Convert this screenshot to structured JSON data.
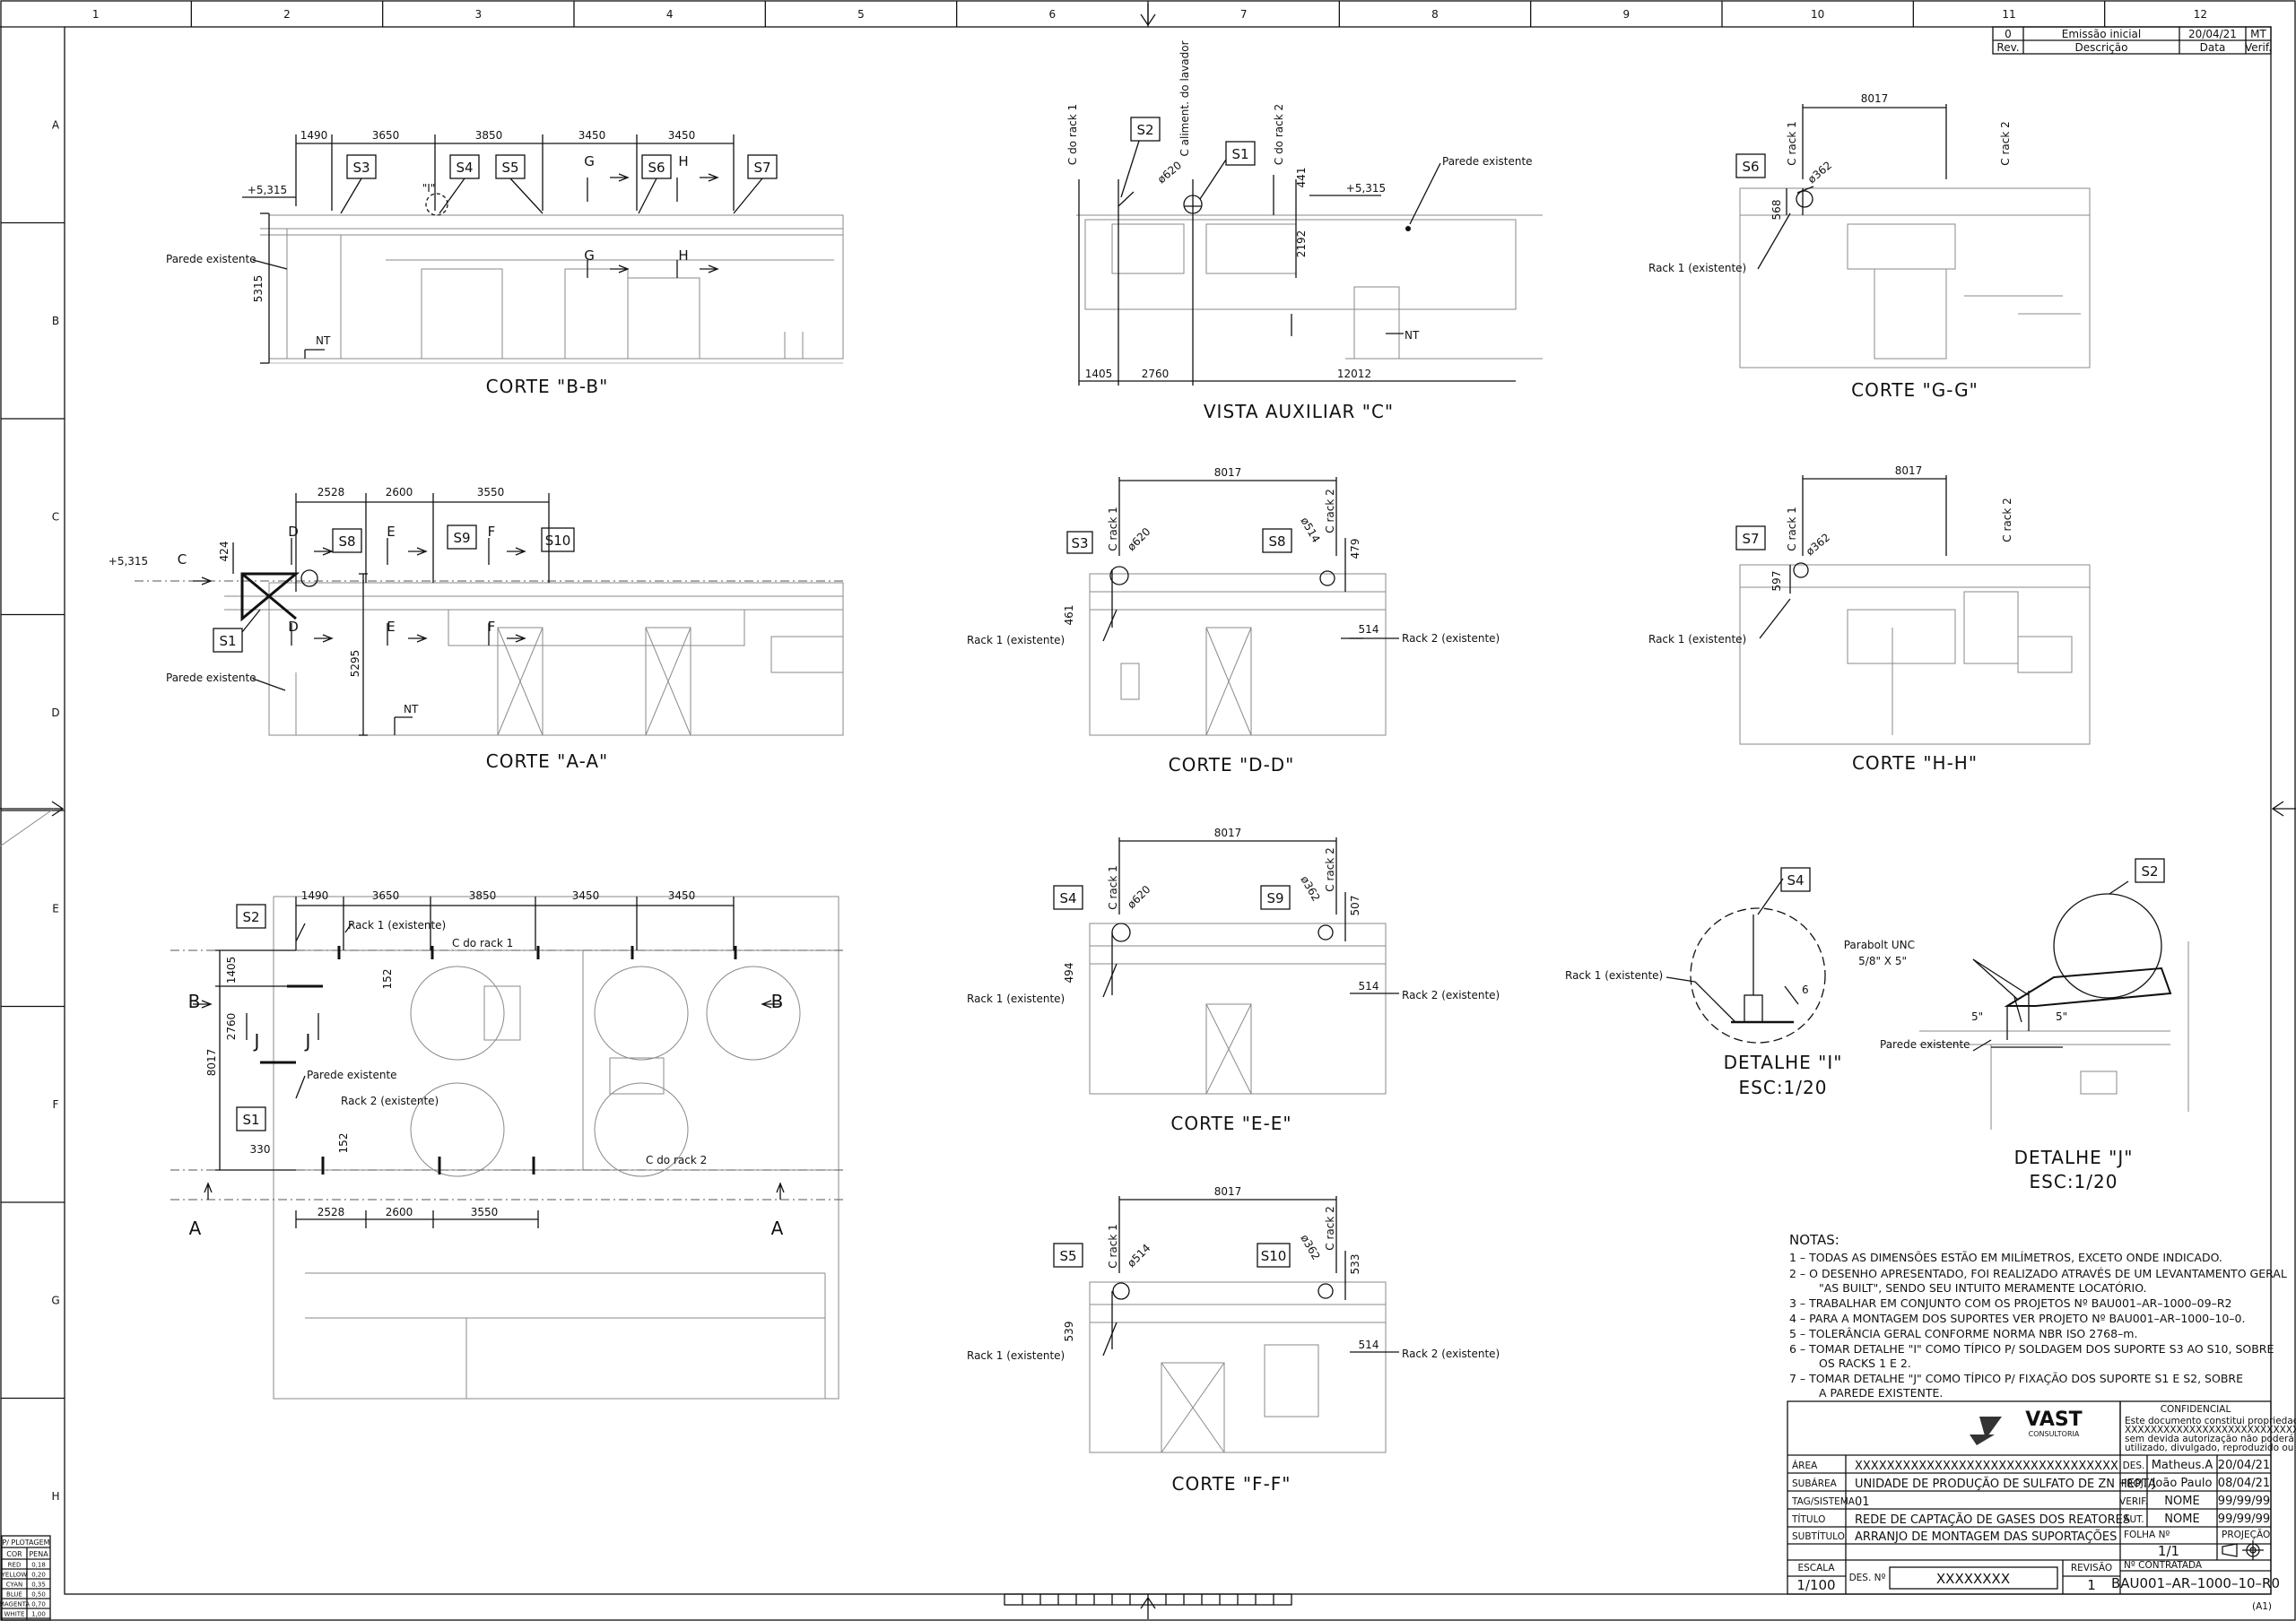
{
  "zones": {
    "columns": [
      "1",
      "2",
      "3",
      "4",
      "5",
      "6",
      "7",
      "8",
      "9",
      "10",
      "11",
      "12"
    ],
    "rows": [
      "A",
      "B",
      "C",
      "D",
      "E",
      "F",
      "G",
      "H"
    ]
  },
  "revision_block": {
    "rev": "0",
    "description": "Emissão inicial",
    "date": "20/04/21",
    "verif": "MT",
    "h_rev": "Rev.",
    "h_description": "Descrição",
    "h_date": "Data",
    "h_verif": "Verif."
  },
  "views": {
    "bb": {
      "title": "CORTE \"B-B\"",
      "dims": [
        "1490",
        "3650",
        "3850",
        "3450",
        "3450"
      ],
      "height_dim": "5315",
      "supports": [
        "S3",
        "S4",
        "S5",
        "S6",
        "S7"
      ],
      "elevation": "+5,315",
      "wall_label": "Parede existente",
      "detail_ref": "\"I\"",
      "section_marks": [
        "G",
        "H",
        "G",
        "H"
      ],
      "nt": "NT"
    },
    "aux_c": {
      "title": "VISTA AUXILIAR \"C\"",
      "centerlines": [
        "C do rack 1",
        "C aliment. do lavador",
        "C do rack 2"
      ],
      "supports": [
        "S2",
        "S1"
      ],
      "pipe": "ø620",
      "dims_bottom": [
        "1405",
        "2760",
        "12012"
      ],
      "dims_right": [
        "441",
        "2192"
      ],
      "elevation": "+5,315",
      "wall_label": "Parede existente",
      "nt": "NT"
    },
    "gg": {
      "title": "CORTE \"G-G\"",
      "dim_top": "8017",
      "centerlines": [
        "C rack 1",
        "C rack 2"
      ],
      "support": "S6",
      "pipe": "ø362",
      "dim_left": "568",
      "rack_label": "Rack 1 (existente)"
    },
    "aa": {
      "title": "CORTE \"A-A\"",
      "dims": [
        "2528",
        "2600",
        "3550"
      ],
      "height_dims": [
        "424",
        "5295"
      ],
      "supports": [
        "S8",
        "S9",
        "S10",
        "S1"
      ],
      "section_marks": [
        "C",
        "D",
        "E",
        "F",
        "D",
        "E",
        "F"
      ],
      "elevation": "+5,315",
      "wall_label": "Parede existente",
      "nt": "NT"
    },
    "dd": {
      "title": "CORTE \"D-D\"",
      "dim_top": "8017",
      "centerlines": [
        "C rack 1",
        "C rack 2"
      ],
      "supports": [
        "S3",
        "S8"
      ],
      "pipes": [
        "ø620",
        "ø514"
      ],
      "dims": [
        "461",
        "479",
        "514"
      ],
      "rack1_label": "Rack 1 (existente)",
      "rack2_label": "Rack 2 (existente)"
    },
    "hh": {
      "title": "CORTE \"H-H\"",
      "dim_top": "8017",
      "centerlines": [
        "C rack 1",
        "C rack 2"
      ],
      "support": "S7",
      "pipe": "ø362",
      "dim_left": "597",
      "rack_label": "Rack 1 (existente)"
    },
    "plan": {
      "dims_top": [
        "1490",
        "3650",
        "3850",
        "3450",
        "3450"
      ],
      "dims_bottom": [
        "2528",
        "2600",
        "3550"
      ],
      "dims_left": [
        "1405",
        "2760",
        "8017"
      ],
      "dims_misc": [
        "152",
        "152",
        "330"
      ],
      "supports": [
        "S2",
        "S1"
      ],
      "rack1_label": "Rack 1 (existente)",
      "rack2_label": "Rack 2 (existente)",
      "wall_label": "Parede existente",
      "centerline1": "C do rack 1",
      "centerline2": "C do rack 2",
      "section_marks": [
        "B",
        "B",
        "A",
        "A",
        "J",
        "J"
      ]
    },
    "ee": {
      "title": "CORTE \"E-E\"",
      "dim_top": "8017",
      "centerlines": [
        "C rack 1",
        "C rack 2"
      ],
      "supports": [
        "S4",
        "S9"
      ],
      "pipes": [
        "ø620",
        "ø362"
      ],
      "dims": [
        "494",
        "507",
        "514"
      ],
      "rack1_label": "Rack 1 (existente)",
      "rack2_label": "Rack 2 (existente)"
    },
    "ff": {
      "title": "CORTE \"F-F\"",
      "dim_top": "8017",
      "centerlines": [
        "C rack 1",
        "C rack 2"
      ],
      "supports": [
        "S5",
        "S10"
      ],
      "pipes": [
        "ø514",
        "ø362"
      ],
      "dims": [
        "539",
        "533",
        "514"
      ],
      "rack1_label": "Rack 1 (existente)",
      "rack2_label": "Rack 2 (existente)"
    },
    "detail_i": {
      "title": "DETALHE \"I\"",
      "scale": "ESC:1/20",
      "support": "S4",
      "rack_label": "Rack 1 (existente)",
      "weld": "6"
    },
    "detail_j": {
      "title": "DETALHE \"J\"",
      "scale": "ESC:1/20",
      "support": "S2",
      "anchor_l1": "Parabolt UNC",
      "anchor_l2": "5/8\" X 5\"",
      "wall_label": "Parede existente",
      "dim_a": "5\"",
      "dim_b": "5\""
    }
  },
  "notes": {
    "title": "NOTAS:",
    "items": [
      "1 – TODAS AS DIMENSÕES ESTÃO EM MILÍMETROS, EXCETO ONDE INDICADO.",
      "2 – O DESENHO APRESENTADO, FOI REALIZADO ATRAVÉS DE UM LEVANTAMENTO GERAL",
      "\"AS BUILT\", SENDO SEU INTUITO MERAMENTE LOCATÓRIO.",
      "3 – TRABALHAR EM CONJUNTO COM OS PROJETOS Nº BAU001–AR–1000–09–R2",
      "4 – PARA A MONTAGEM DOS SUPORTES VER PROJETO Nº BAU001–AR–1000–10–0.",
      "5 – TOLERÂNCIA GERAL CONFORME NORMA NBR ISO 2768–m.",
      "6 – TOMAR DETALHE \"I\" COMO TÍPICO P/ SOLDAGEM DOS SUPORTE S3 AO S10, SOBRE",
      "OS RACKS 1 E 2.",
      "7 – TOMAR DETALHE \"J\" COMO TÍPICO P/ FIXAÇÃO DOS SUPORTE S1 E S2, SOBRE",
      "A PAREDE EXISTENTE."
    ]
  },
  "title_block": {
    "logo": "VAST",
    "logo_sub": "CONSULTORIA",
    "confidential_title": "CONFIDENCIAL",
    "confidential_text": [
      "Este documento constitui propriedade da",
      "XXXXXXXXXXXXXXXXXXXXXXXXXXXXXX e",
      "sem devida autorização não poderá ser",
      "utilizado, divulgado, reproduzido ou copiado."
    ],
    "rows": [
      {
        "label": "ÁREA",
        "value": "XXXXXXXXXXXXXXXXXXXXXXXXXXXXXXXXX"
      },
      {
        "label": "SUBÁREA",
        "value": "UNIDADE DE PRODUÇÃO DE SULFATO DE ZN HEPTA"
      },
      {
        "label": "TAG/SISTEMA",
        "value": "01"
      },
      {
        "label": "TÍTULO",
        "value": "REDE DE CAPTAÇÃO DE GASES DOS REATORES"
      },
      {
        "label": "SUBTÍTULO",
        "value": "ARRANJO DE MONTAGEM DAS SUPORTAÇÕES"
      }
    ],
    "signatures": [
      {
        "role": "DES.",
        "name": "Matheus.A",
        "date": "20/04/21"
      },
      {
        "role": "PROJ.",
        "name": "João Paulo",
        "date": "08/04/21"
      },
      {
        "role": "VERIF.",
        "name": "NOME",
        "date": "99/99/99"
      },
      {
        "role": "AUT.",
        "name": "NOME",
        "date": "99/99/99"
      }
    ],
    "folha_label": "FOLHA Nº",
    "folha_value": "1/1",
    "projecao_label": "PROJEÇÃO",
    "escala_label": "ESCALA",
    "escala_value": "1/100",
    "des_label": "DES. Nº",
    "des_value": "XXXXXXXX",
    "revisao_label": "REVISÃO",
    "revisao_value": "1",
    "contratada_label": "Nº CONTRATADA",
    "contratada_value": "BAU001–AR–1000–10–R0",
    "sheet_size": "(A1)"
  },
  "pen_table": {
    "headers": [
      "P/ PLOTAGEM",
      "COR",
      "PENA"
    ],
    "rows": [
      {
        "color": "RED",
        "pen": "0,18"
      },
      {
        "color": "YELLOW",
        "pen": "0,20"
      },
      {
        "color": "CYAN",
        "pen": "0,35"
      },
      {
        "color": "BLUE",
        "pen": "0,50"
      },
      {
        "color": "MAGENTA",
        "pen": "0,70"
      },
      {
        "color": "WHITE",
        "pen": "1,00"
      }
    ]
  }
}
